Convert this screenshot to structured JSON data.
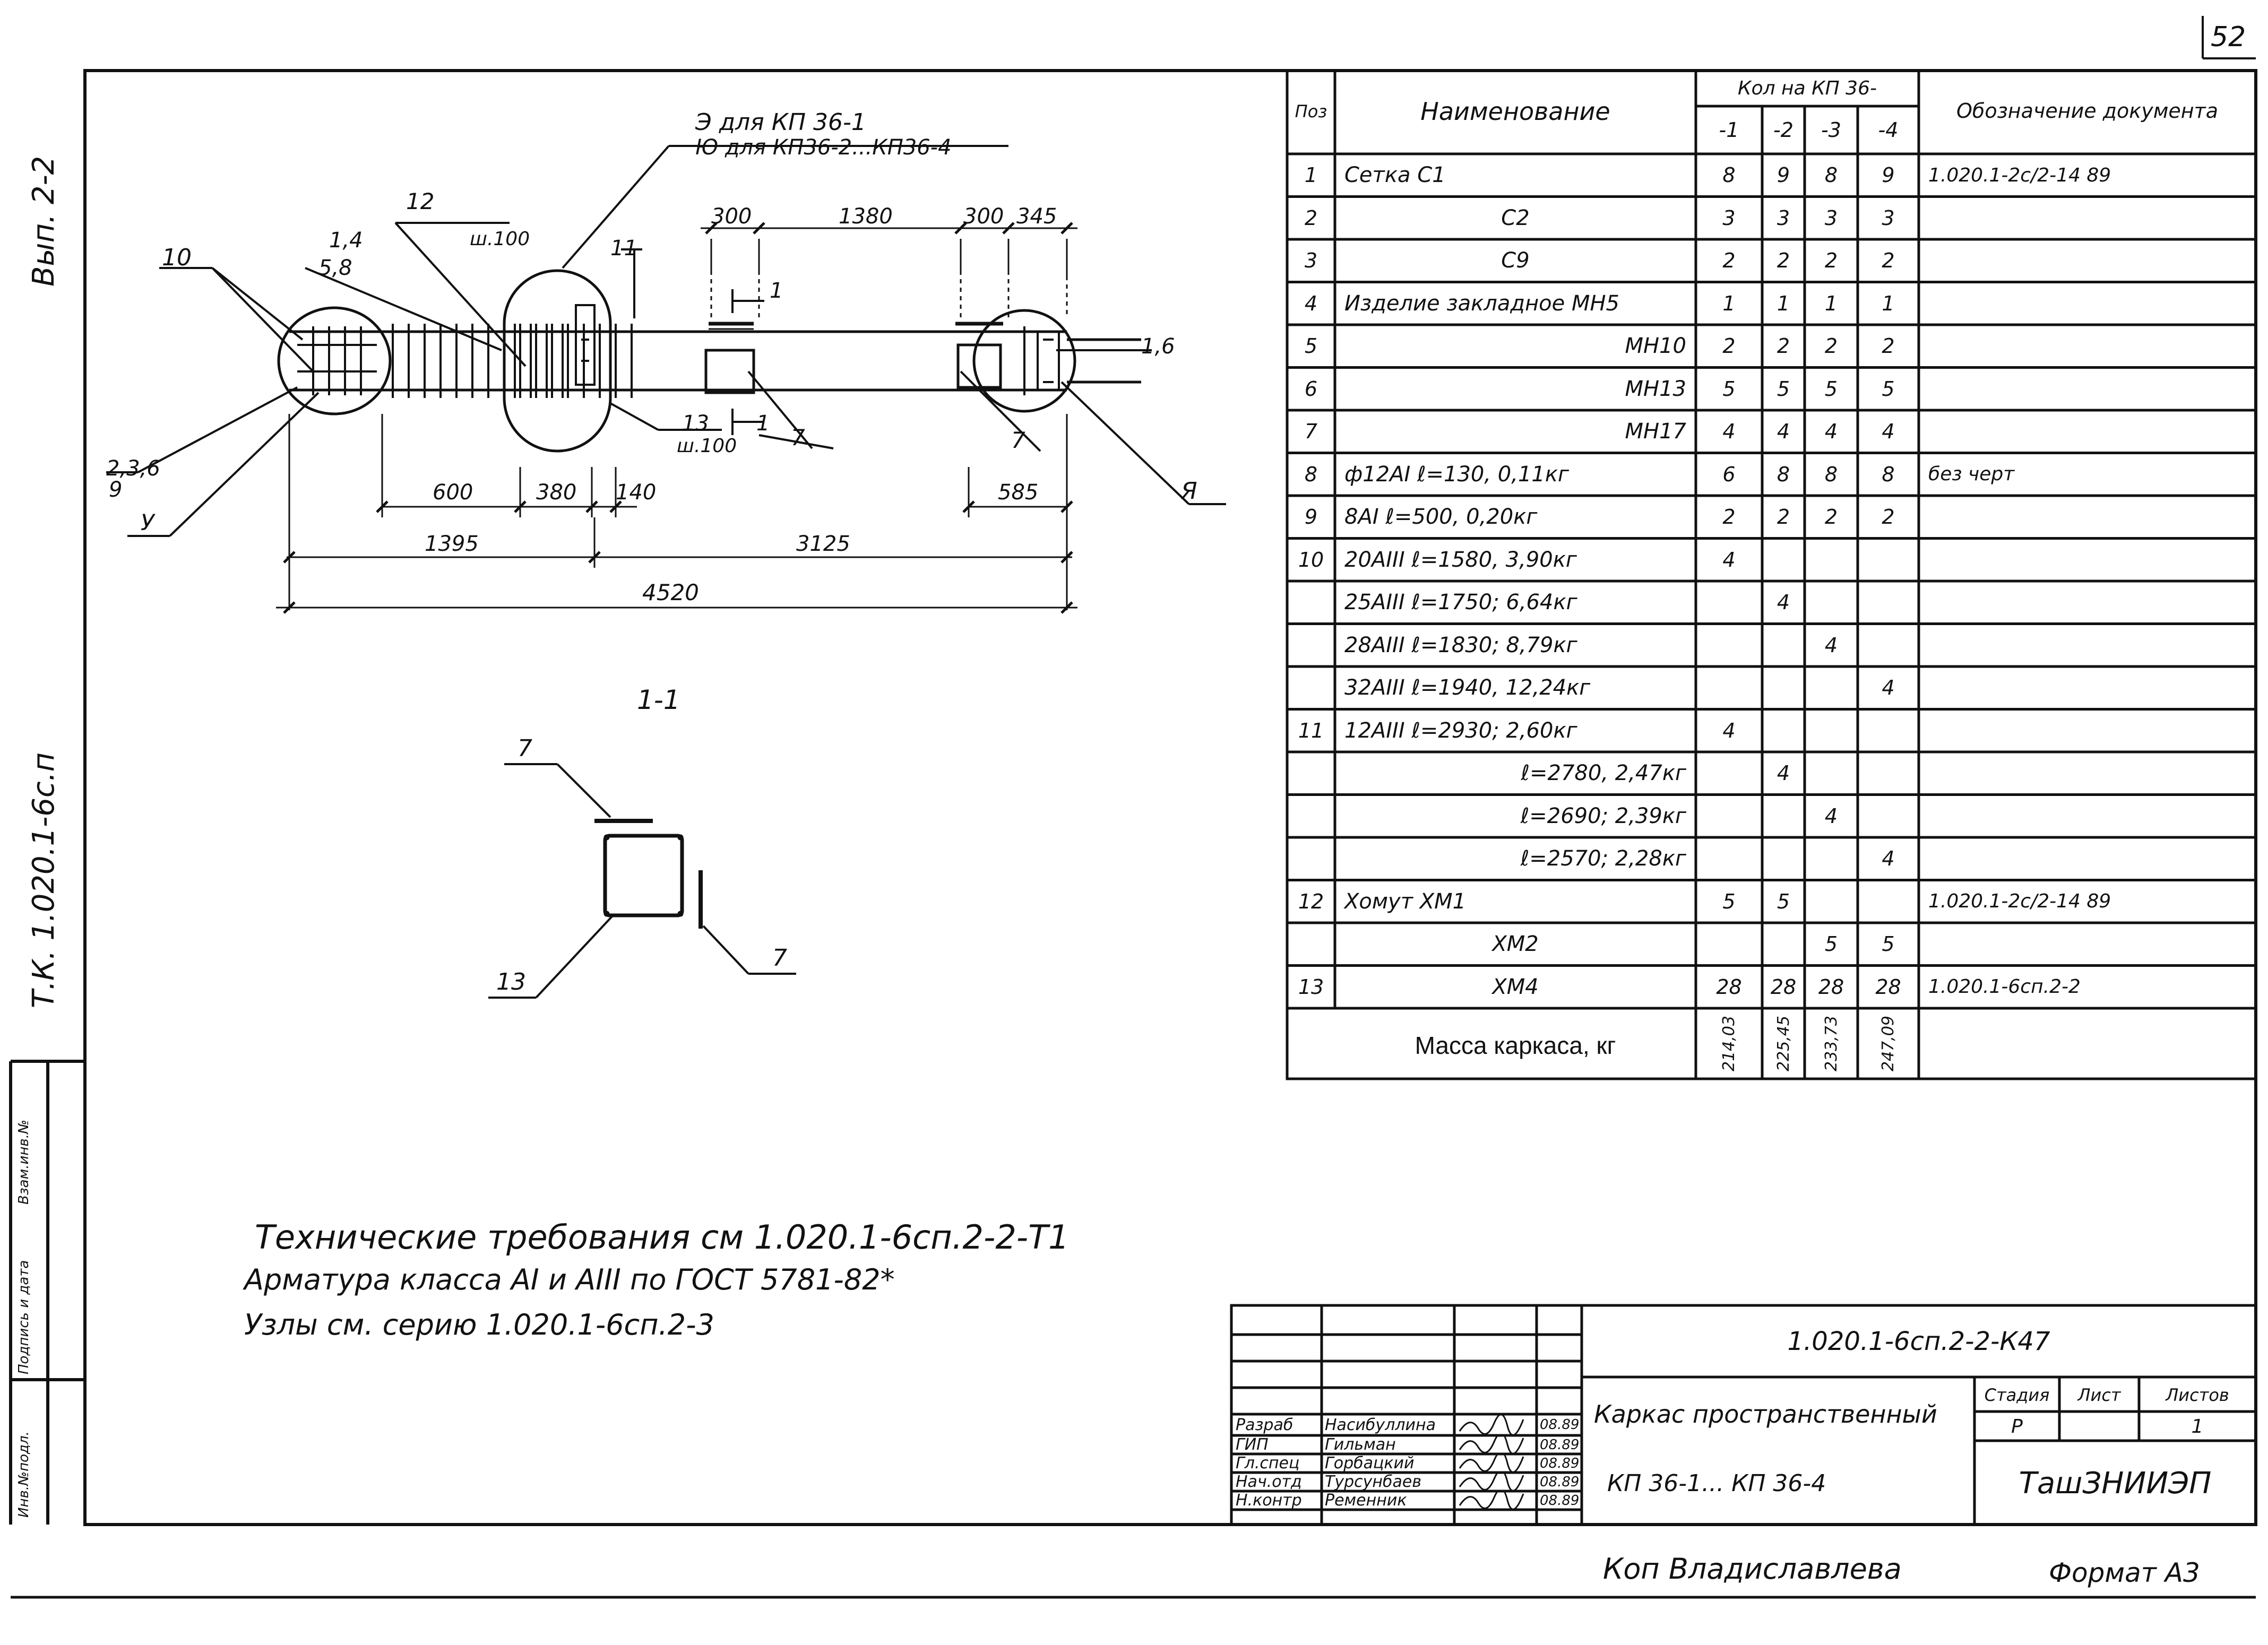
{
  "sheet_number": "52",
  "side_labels": {
    "top": "Вып. 2-2",
    "middle": "Т.К. 1.020.1-6с.п",
    "stamp": [
      "Инв.№подл.",
      "Подпись и дата",
      "Взам.инв.№"
    ]
  },
  "drawing": {
    "callout_e": "Э для КП 36-1",
    "callout_yu": "Ю для КП36-2...КП36-4",
    "label_12": "12",
    "label_w100_top": "ш.100",
    "label_14": "1,4",
    "label_58": "5,8",
    "label_10": "10",
    "label_11": "11",
    "label_236": "2,3,6",
    "label_9": "9",
    "label_u": "У",
    "label_13": "13",
    "label_w100_bot": "ш.100",
    "label_1a": "1",
    "label_1b": "1",
    "label_7a": "7",
    "label_7b": "7",
    "label_16": "1,6",
    "label_ya": "Я",
    "dims_top": [
      "300",
      "1380",
      "300",
      "345"
    ],
    "dims_mid": [
      "600",
      "380",
      "140",
      "585"
    ],
    "dims_low": [
      "1395",
      "3125"
    ],
    "dim_total": "4520",
    "section_title": "1-1",
    "section_labels": [
      "7",
      "13",
      "7"
    ]
  },
  "table": {
    "headers": {
      "pos": "Поз",
      "name": "Наименование",
      "qty_group": "Кол на КП 36-",
      "qty_cols": [
        "-1",
        "-2",
        "-3",
        "-4"
      ],
      "doc": "Обозначение документа"
    },
    "rows": [
      {
        "pos": "1",
        "name": "Сетка С1",
        "align": "l",
        "q": [
          "8",
          "9",
          "8",
          "9"
        ],
        "doc": "1.020.1-2с/2-14 89"
      },
      {
        "pos": "2",
        "name": "С2",
        "align": "c",
        "q": [
          "3",
          "3",
          "3",
          "3"
        ],
        "doc": ""
      },
      {
        "pos": "3",
        "name": "С9",
        "align": "c",
        "q": [
          "2",
          "2",
          "2",
          "2"
        ],
        "doc": ""
      },
      {
        "pos": "4",
        "name": "Изделие закладное МН5",
        "align": "l",
        "q": [
          "1",
          "1",
          "1",
          "1"
        ],
        "doc": ""
      },
      {
        "pos": "5",
        "name": "МН10",
        "align": "r",
        "q": [
          "2",
          "2",
          "2",
          "2"
        ],
        "doc": ""
      },
      {
        "pos": "6",
        "name": "МН13",
        "align": "r",
        "q": [
          "5",
          "5",
          "5",
          "5"
        ],
        "doc": ""
      },
      {
        "pos": "7",
        "name": "МН17",
        "align": "r",
        "q": [
          "4",
          "4",
          "4",
          "4"
        ],
        "doc": ""
      },
      {
        "pos": "8",
        "name": "ф12АI  ℓ=130,  0,11кг",
        "align": "l",
        "q": [
          "6",
          "8",
          "8",
          "8"
        ],
        "doc": "без черт"
      },
      {
        "pos": "9",
        "name": "8АI   ℓ=500,  0,20кг",
        "align": "l",
        "q": [
          "2",
          "2",
          "2",
          "2"
        ],
        "doc": ""
      },
      {
        "pos": "10",
        "name": "20АIII  ℓ=1580,  3,90кг",
        "align": "l",
        "q": [
          "4",
          "",
          "",
          ""
        ],
        "doc": ""
      },
      {
        "pos": "",
        "name": "25АIII  ℓ=1750;  6,64кг",
        "align": "l",
        "q": [
          "",
          "4",
          "",
          ""
        ],
        "doc": ""
      },
      {
        "pos": "",
        "name": "28АIII  ℓ=1830;  8,79кг",
        "align": "l",
        "q": [
          "",
          "",
          "4",
          ""
        ],
        "doc": ""
      },
      {
        "pos": "",
        "name": "32АIII  ℓ=1940,  12,24кг",
        "align": "l",
        "q": [
          "",
          "",
          "",
          "4"
        ],
        "doc": ""
      },
      {
        "pos": "11",
        "name": "12АIII  ℓ=2930;  2,60кг",
        "align": "l",
        "q": [
          "4",
          "",
          "",
          ""
        ],
        "doc": ""
      },
      {
        "pos": "",
        "name": "ℓ=2780,  2,47кг",
        "align": "r",
        "q": [
          "",
          "4",
          "",
          ""
        ],
        "doc": ""
      },
      {
        "pos": "",
        "name": "ℓ=2690;  2,39кг",
        "align": "r",
        "q": [
          "",
          "",
          "4",
          ""
        ],
        "doc": ""
      },
      {
        "pos": "",
        "name": "ℓ=2570;  2,28кг",
        "align": "r",
        "q": [
          "",
          "",
          "",
          "4"
        ],
        "doc": ""
      },
      {
        "pos": "12",
        "name": "Хомут ХМ1",
        "align": "l",
        "q": [
          "5",
          "5",
          "",
          ""
        ],
        "doc": "1.020.1-2с/2-14 89"
      },
      {
        "pos": "",
        "name": "ХМ2",
        "align": "c",
        "q": [
          "",
          "",
          "5",
          "5"
        ],
        "doc": ""
      },
      {
        "pos": "13",
        "name": "ХМ4",
        "align": "c",
        "q": [
          "28",
          "28",
          "28",
          "28"
        ],
        "doc": "1.020.1-6сп.2-2"
      }
    ],
    "mass_label": "Масса каркаса, кг",
    "mass_values": [
      "214,03",
      "225,45",
      "233,73",
      "247,09"
    ]
  },
  "notes": [
    "Технические требования см  1.020.1-6сп.2-2-Т1",
    "Арматура  класса  АI и АIII  по  ГОСТ 5781-82*",
    "Узлы  см.  серию 1.020.1-6сп.2-3"
  ],
  "title_block": {
    "code": "1.020.1-6сп.2-2-К47",
    "roles": [
      "Разраб",
      "ГИП",
      "Гл.спец",
      "Нач.отд",
      "Н.контр"
    ],
    "names": [
      "Насибуллина",
      "Гильман",
      "Горбацкий",
      "Турсунбаев",
      "Ременник"
    ],
    "dates": [
      "08.89",
      "08.89",
      "08.89",
      "08.89",
      "08.89"
    ],
    "title": "Каркас пространственный",
    "subtitle": "КП 36-1...  КП 36-4",
    "stage_label": "Стадия",
    "sheet_label": "Лист",
    "sheets_label": "Листов",
    "stage": "Р",
    "sheet": "",
    "sheets": "1",
    "org": "ТашЗНИИЭП"
  },
  "footer": {
    "copied": "Коп  Владиславлева",
    "format": "Формат А3"
  }
}
